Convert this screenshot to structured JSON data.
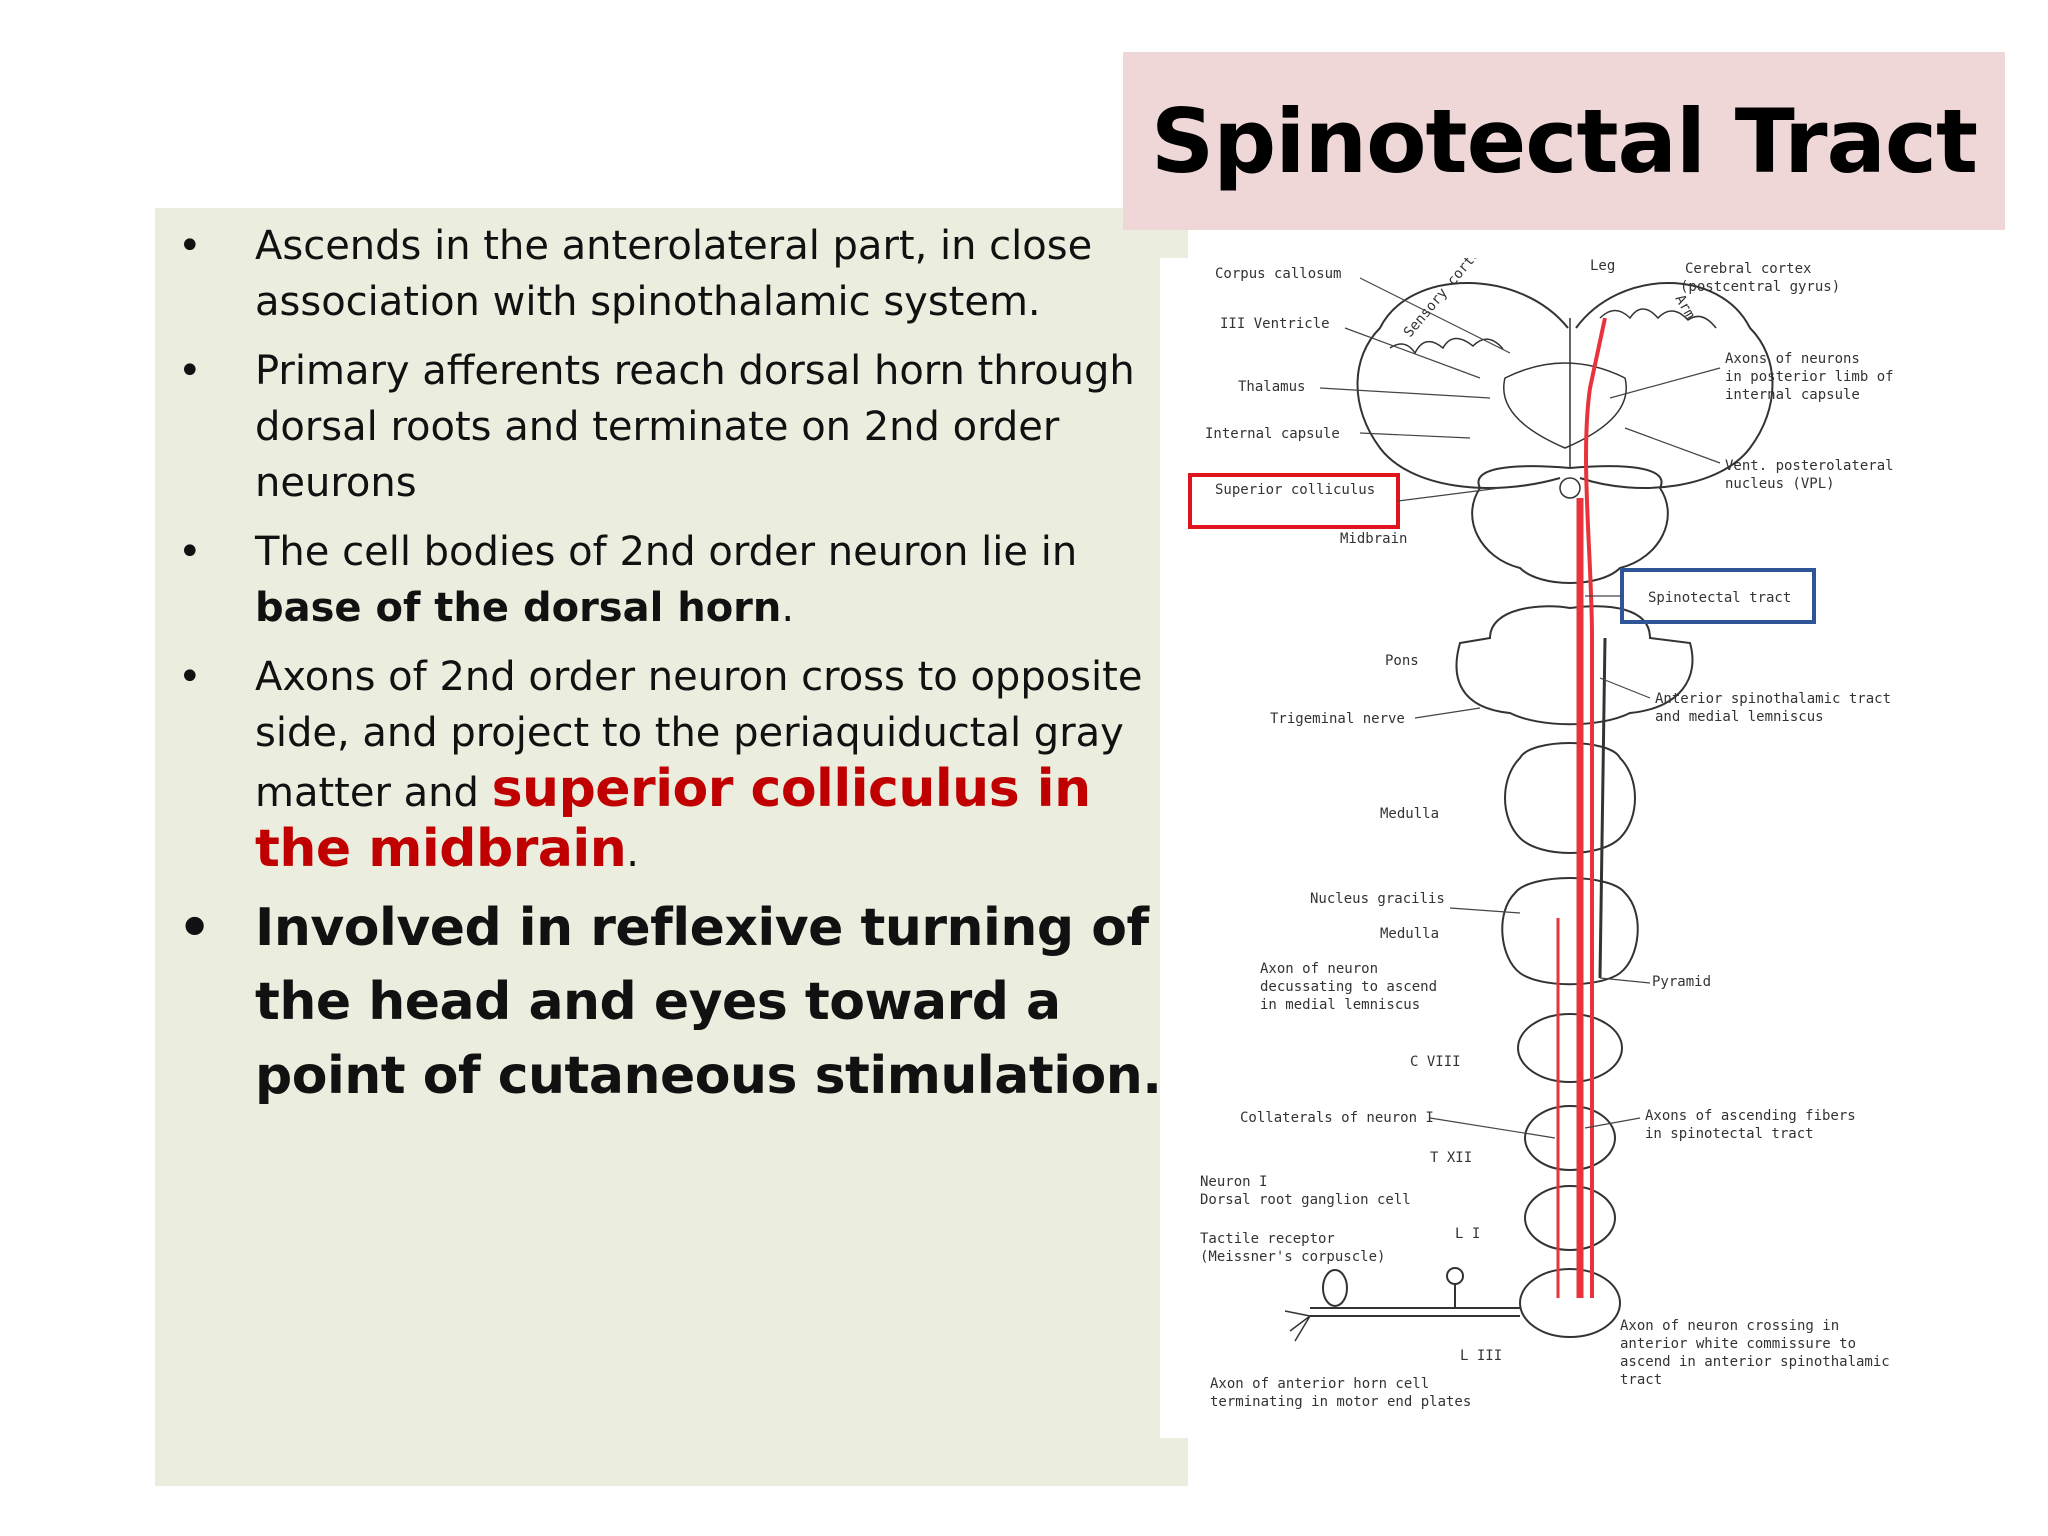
{
  "title": "Spinotectal Tract",
  "bullets": [
    {
      "text": "Ascends in the anterolateral part, in close association with spinothalamic system."
    },
    {
      "text": "Primary afferents reach dorsal horn through dorsal roots and terminate on 2nd order neurons"
    },
    {
      "before": "The cell bodies of 2nd order neuron lie in ",
      "bold": "base of the dorsal horn",
      "after": "."
    },
    {
      "before": "Axons of 2nd order neuron  cross to opposite side, and project to the periaquiductal gray matter and ",
      "highlight": "superior colliculus in the midbrain",
      "after": "."
    },
    {
      "text": "Involved in reflexive turning of the head and eyes toward a point of cutaneous stimulation."
    }
  ],
  "figure": {
    "labels": {
      "corpus_callosum": "Corpus callosum",
      "ventricle": "III Ventricle",
      "thalamus": "Thalamus",
      "internal_capsule": "Internal capsule",
      "superior_colliculus": "Superior colliculus",
      "midbrain": "Midbrain",
      "sensory_cortex": "Sensory cortex",
      "leg": "Leg",
      "arm": "Arm",
      "cerebral_cortex": "Cerebral cortex",
      "postcentral_gyrus": "(postcentral gyrus)",
      "axons_neurons_1": "Axons of neurons",
      "axons_neurons_2": "in posterior limb of",
      "axons_neurons_3": "internal capsule",
      "vpl_1": "Vent. posterolateral",
      "vpl_2": "nucleus (VPL)",
      "spinotectal_tract": "Spinotectal tract",
      "pons": "Pons",
      "trigeminal_nerve": "Trigeminal nerve",
      "ant_spinothalamic_1": "Anterior spinothalamic tract",
      "ant_spinothalamic_2": "and medial lemniscus",
      "medulla_upper": "Medulla",
      "nucleus_gracilis": "Nucleus gracilis",
      "medulla_lower": "Medulla",
      "axon_decussating_1": "Axon of neuron",
      "axon_decussating_2": "decussating to ascend",
      "axon_decussating_3": "in medial lemniscus",
      "pyramid": "Pyramid",
      "c8": "C VIII",
      "collaterals": "Collaterals of neuron I",
      "t12": "T XII",
      "ascending_fibers_1": "Axons of ascending fibers",
      "ascending_fibers_2": "in spinotectal tract",
      "neuron_1": "Neuron I",
      "drg_cell": "Dorsal root ganglion cell",
      "l1": "L I",
      "tactile_1": "Tactile receptor",
      "tactile_2": "(Meissner's corpuscle)",
      "crossing_1": "Axon of neuron crossing in",
      "crossing_2": "anterior white commissure to",
      "crossing_3": "ascend in anterior spinothalamic",
      "crossing_4": "tract",
      "l3": "L III",
      "anterior_horn_1": "Axon of anterior horn cell",
      "anterior_horn_2": "terminating in motor end plates"
    },
    "highlight_colors": {
      "red_box": "#e0141c",
      "blue_box": "#2f5597",
      "tract": "#e8333c"
    }
  }
}
